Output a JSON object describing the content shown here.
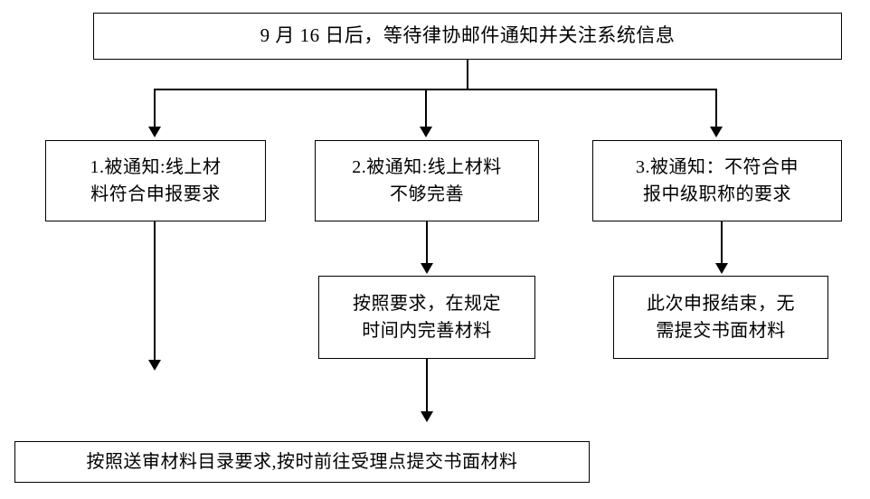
{
  "diagram": {
    "title_node": {
      "id": "top",
      "text": "9 月 16 日后，等待律协邮件通知并关注系统信息"
    },
    "branch_nodes": [
      {
        "id": "b1",
        "text": "1.被通知:线上材\n料符合申报要求"
      },
      {
        "id": "b2",
        "text": "2.被通知:线上材料\n不够完善"
      },
      {
        "id": "b3",
        "text": "3.被通知：不符合申\n报中级职称的要求"
      }
    ],
    "second_level_nodes": [
      {
        "id": "c2",
        "text": "按照要求，在规定\n时间内完善材料"
      },
      {
        "id": "c3",
        "text": "此次申报结束，无\n需提交书面材料"
      }
    ],
    "final_node": {
      "id": "bottom",
      "text": "按照送审材料目录要求,按时前往受理点提交书面材料"
    },
    "colors": {
      "stroke": "#000000",
      "fill": "#ffffff",
      "text": "#000000"
    }
  }
}
